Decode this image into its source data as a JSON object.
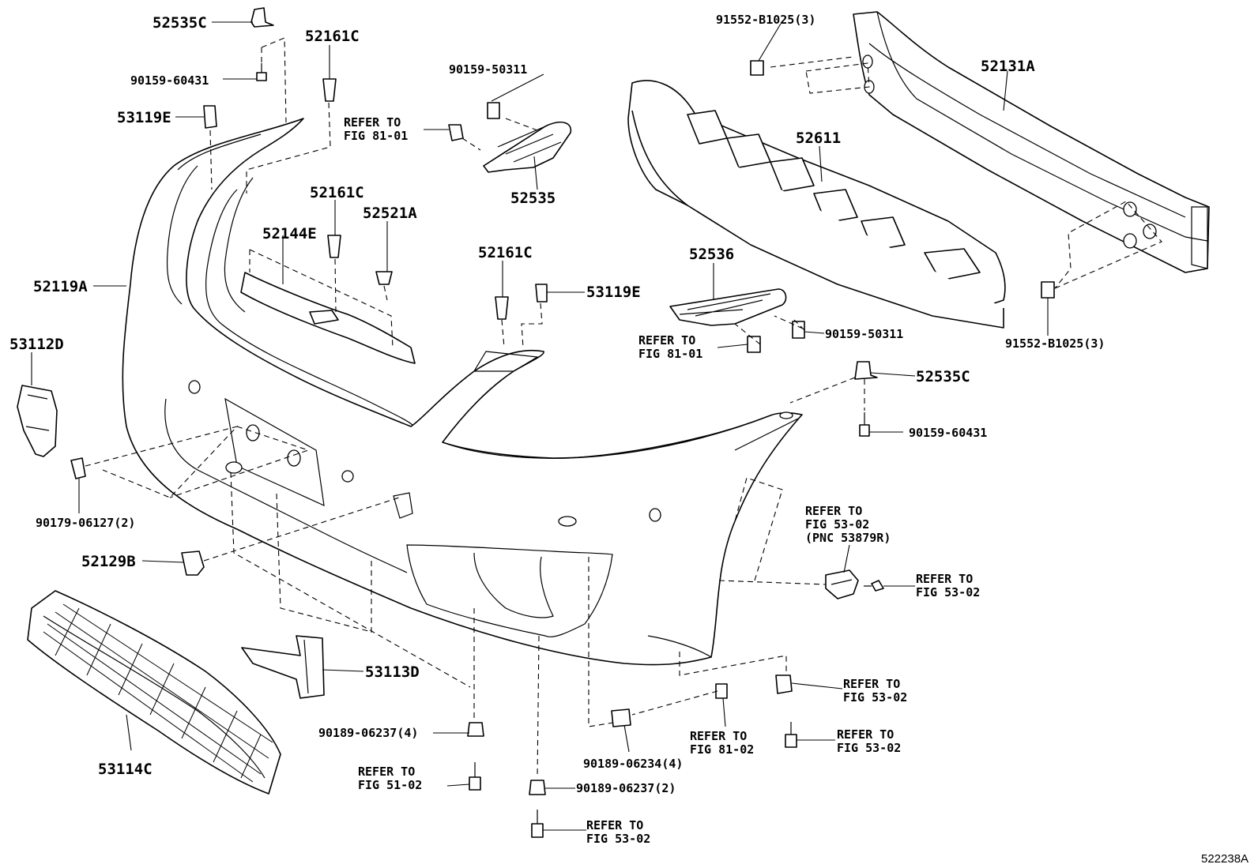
{
  "labels": {
    "p52535C_top": "52535C",
    "p52161C_a": "52161C",
    "p90159_60431_top": "90159-60431",
    "p53119E_top": "53119E",
    "p90159_50311_top": "90159-50311",
    "ref_fig81_01_top_1": "REFER TO",
    "ref_fig81_01_top_2": "FIG 81-01",
    "p52535": "52535",
    "p52161C_b": "52161C",
    "p52521A": "52521A",
    "p52144E": "52144E",
    "p52119A": "52119A",
    "p52161C_c": "52161C",
    "p53119E_mid": "53119E",
    "p91552_top": "91552-B1025(3)",
    "p52131A": "52131A",
    "p52611": "52611",
    "p52536": "52536",
    "ref_fig81_01_mid_1": "REFER TO",
    "ref_fig81_01_mid_2": "FIG 81-01",
    "p90159_50311_mid": "90159-50311",
    "p91552_bot": "91552-B1025(3)",
    "p53112D": "53112D",
    "p52535C_right": "52535C",
    "p90159_60431_right": "90159-60431",
    "p90179_06127": "90179-06127(2)",
    "ref_fig53_02_pnc_1": "REFER TO",
    "ref_fig53_02_pnc_2": "FIG 53-02",
    "ref_fig53_02_pnc_3": "(PNC 53879R)",
    "ref_fig53_02_sensor_1": "REFER TO",
    "ref_fig53_02_sensor_2": "FIG 53-02",
    "p52129B": "52129B",
    "p53113D": "53113D",
    "ref_fig53_02_clip_1": "REFER TO",
    "ref_fig53_02_clip_2": "FIG 53-02",
    "ref_fig81_02_1": "REFER TO",
    "ref_fig81_02_2": "FIG 81-02",
    "ref_fig53_02_screw_1": "REFER TO",
    "ref_fig53_02_screw_2": "FIG 53-02",
    "p90189_06237_4": "90189-06237(4)",
    "p90189_06234_4": "90189-06234(4)",
    "p53114C": "53114C",
    "ref_fig51_02_1": "REFER TO",
    "ref_fig51_02_2": "FIG 51-02",
    "p90189_06237_2": "90189-06237(2)",
    "ref_fig53_02_bottom_1": "REFER TO",
    "ref_fig53_02_bottom_2": "FIG 53-02",
    "figure_number": "522238A"
  }
}
